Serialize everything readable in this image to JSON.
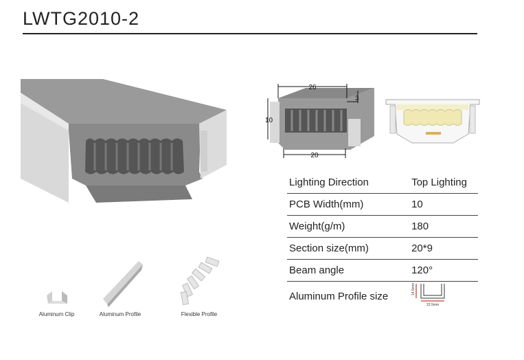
{
  "title": "LWTG2010-2",
  "section_drawing": {
    "top_width": "26",
    "bottom_width": "20",
    "height": "10",
    "lip": "3"
  },
  "specs": [
    {
      "label": "Lighting  Direction",
      "value": "Top Lighting"
    },
    {
      "label": "PCB  Width(mm)",
      "value": "10"
    },
    {
      "label": "Weight(g/m)",
      "value": "180"
    },
    {
      "label": "Section size(mm)",
      "value": "20*9"
    },
    {
      "label": "Beam angle",
      "value": "120°"
    },
    {
      "label": "Aluminum Profile size",
      "value": ""
    }
  ],
  "profile_size": {
    "height": "14.5mm",
    "width": "22.5mm"
  },
  "accessories": [
    {
      "label": "Aluminum Clip"
    },
    {
      "label": "Aluminum Profile"
    },
    {
      "label": "Flexible Profile"
    }
  ],
  "colors": {
    "text": "#222222",
    "product_grey": "#8a8a8a",
    "light_glow": "#f3efc8"
  }
}
